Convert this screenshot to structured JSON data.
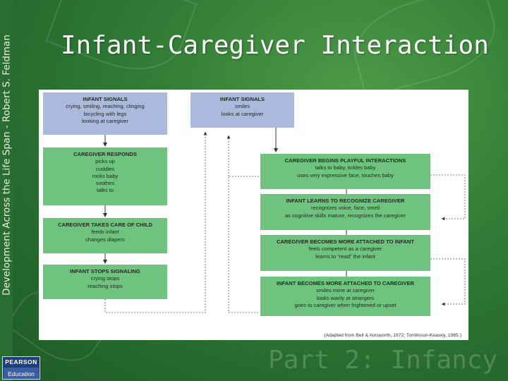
{
  "slide": {
    "title": "Infant-Caregiver Interaction",
    "side_text": "Development Across the Life Span - Robert S. Feldman",
    "footer": "Part 2: Infancy",
    "logo_top": "PEARSON",
    "logo_bottom": "Education"
  },
  "diagram": {
    "left_column": [
      {
        "heading": "INFANT SIGNALS",
        "lines": [
          "crying, smiling, reaching, clinging",
          "bicycling with legs",
          "looking at caregiver"
        ]
      },
      {
        "heading": "CAREGIVER RESPONDS",
        "lines": [
          "picks up",
          "cuddles",
          "rocks baby",
          "soothes",
          "talks to"
        ]
      },
      {
        "heading": "CAREGIVER TAKES CARE OF CHILD",
        "lines": [
          "feeds infant",
          "changes diapers"
        ]
      },
      {
        "heading": "INFANT STOPS SIGNALING",
        "lines": [
          "crying stops",
          "reaching stops"
        ]
      }
    ],
    "right_top": {
      "heading": "INFANT SIGNALS",
      "lines": [
        "smiles",
        "looks at caregiver"
      ]
    },
    "right_column": [
      {
        "heading": "CAREGIVER BEGINS PLAYFUL INTERACTIONS",
        "lines": [
          "talks to baby, tickles baby",
          "uses very expressive face, touches baby"
        ]
      },
      {
        "heading": "INFANT LEARNS TO RECOGNIZE CAREGIVER",
        "lines": [
          "recognizes voice, face, smell",
          "as cognitive skills mature, recognizes the caregiver"
        ]
      },
      {
        "heading": "CAREGIVER BECOMES MORE ATTACHED TO INFANT",
        "lines": [
          "feels competent as a caregiver",
          "learns to “read” the infant"
        ]
      },
      {
        "heading": "INFANT BECOMES MORE ATTACHED TO CAREGIVER",
        "lines": [
          "smiles more at caregiver",
          "looks warily at strangers",
          "goes to caregiver when frightened or upset"
        ]
      }
    ],
    "caption": "(Adapted from Bell & Ainsworth, 1972; Tomlinson-Keasey, 1985.)",
    "colors": {
      "signal_box": "#aab9dc",
      "response_box": "#6ec37e"
    }
  }
}
